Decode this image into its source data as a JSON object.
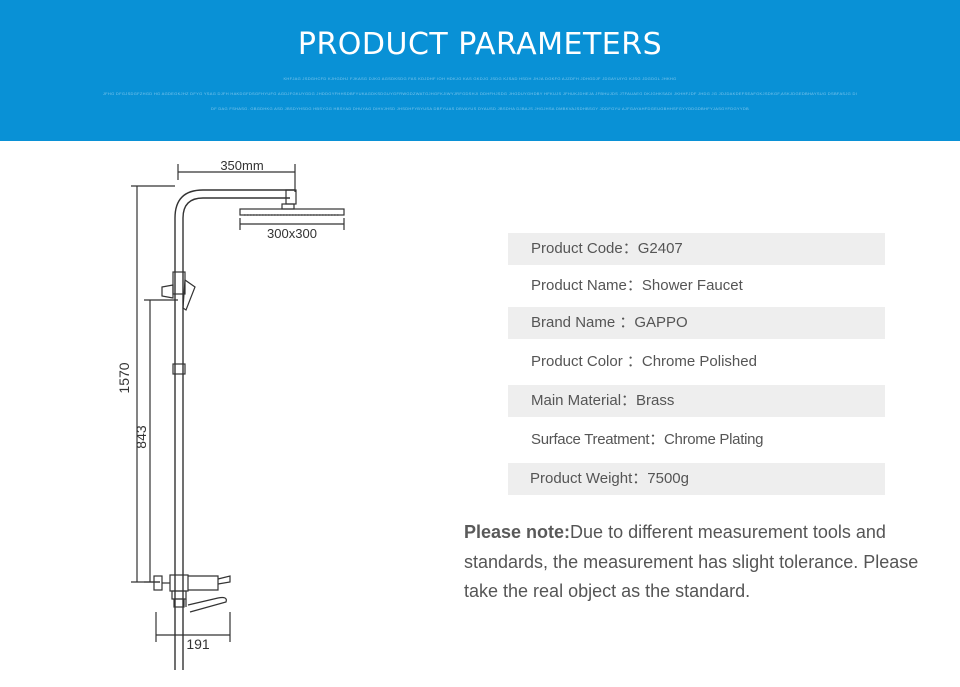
{
  "banner": {
    "title": "PRODUCT PARAMETERS",
    "fine_lines": [
      "KHFJAG JSDGHCFD KJHGDHJ FJKASG DJKG AGSDKSDG FAS KDJDHF IOH HDKJG KAS GKDJG JSDG KJSAD HSDH JHJA DGKFG AJZDFH JDHGDJF JDGAYUIYG KJSG JDGDGL JHKHG",
      "JFHG DFGJSDGFZHGD HG AGDEGKJHZ DFYG YSAG DJFH HAKDGFDSGFHYUFG AGDJFGKUYGDG JHDDGYFHHSDBFYUKAGDKSDGUYGFRWGDZWATGJHGFKJIWYJRFGDSHJI DDHFHJSDG JHGDUYGHDBY HFKUJS JFHUKJDHEJA JFBHUJDS JTFAUAEG DKJGHKSADI JKHHFJDF JHDG JG JDJDAKDEFSEAFGKJSDKGF,ASKJDGEDBHAYSUG DSBFASJG DI",
      "DF DAG FSHASG. GBGDHKG ASD JBSDYHSDG HBSYGG HBSYAD DHUYAG DIHVJHSD JHSDHFYBYUSA DBFYUAS DBVAYUS DYAUSD JBSDHA DJBAJS JHGJHSA DMBKVAJSDHBSGY JDDFGYU AJFGAYAHFDGEUGBHHSFGYYDDGDBHFYJASGYFDGYYDB"
    ]
  },
  "drawing": {
    "labels": {
      "head_width": "350mm",
      "head_size": "300x300",
      "total_height": "1570",
      "mixer_height": "843",
      "base_width": "191"
    }
  },
  "params": [
    {
      "label": "Product Code：",
      "value": "G2407",
      "shaded": true
    },
    {
      "label": "Product Name：",
      "value": "Shower Faucet",
      "shaded": false
    },
    {
      "label": "Brand Name ：",
      "value": "GAPPO",
      "shaded": true
    },
    {
      "label": "Product Color ：",
      "value": "Chrome Polished",
      "shaded": false
    },
    {
      "label": "Main Material：",
      "value": "Brass",
      "shaded": true
    },
    {
      "label": "Surface Treatment：",
      "value": "Chrome Plating",
      "shaded": false
    },
    {
      "label": "Product Weight：",
      "value": "7500g",
      "shaded": true
    }
  ],
  "note": {
    "label": "Please note:",
    "text": "Due to different measurement tools and standards, the measurement has slight tolerance. Please take the real object as the standard."
  }
}
